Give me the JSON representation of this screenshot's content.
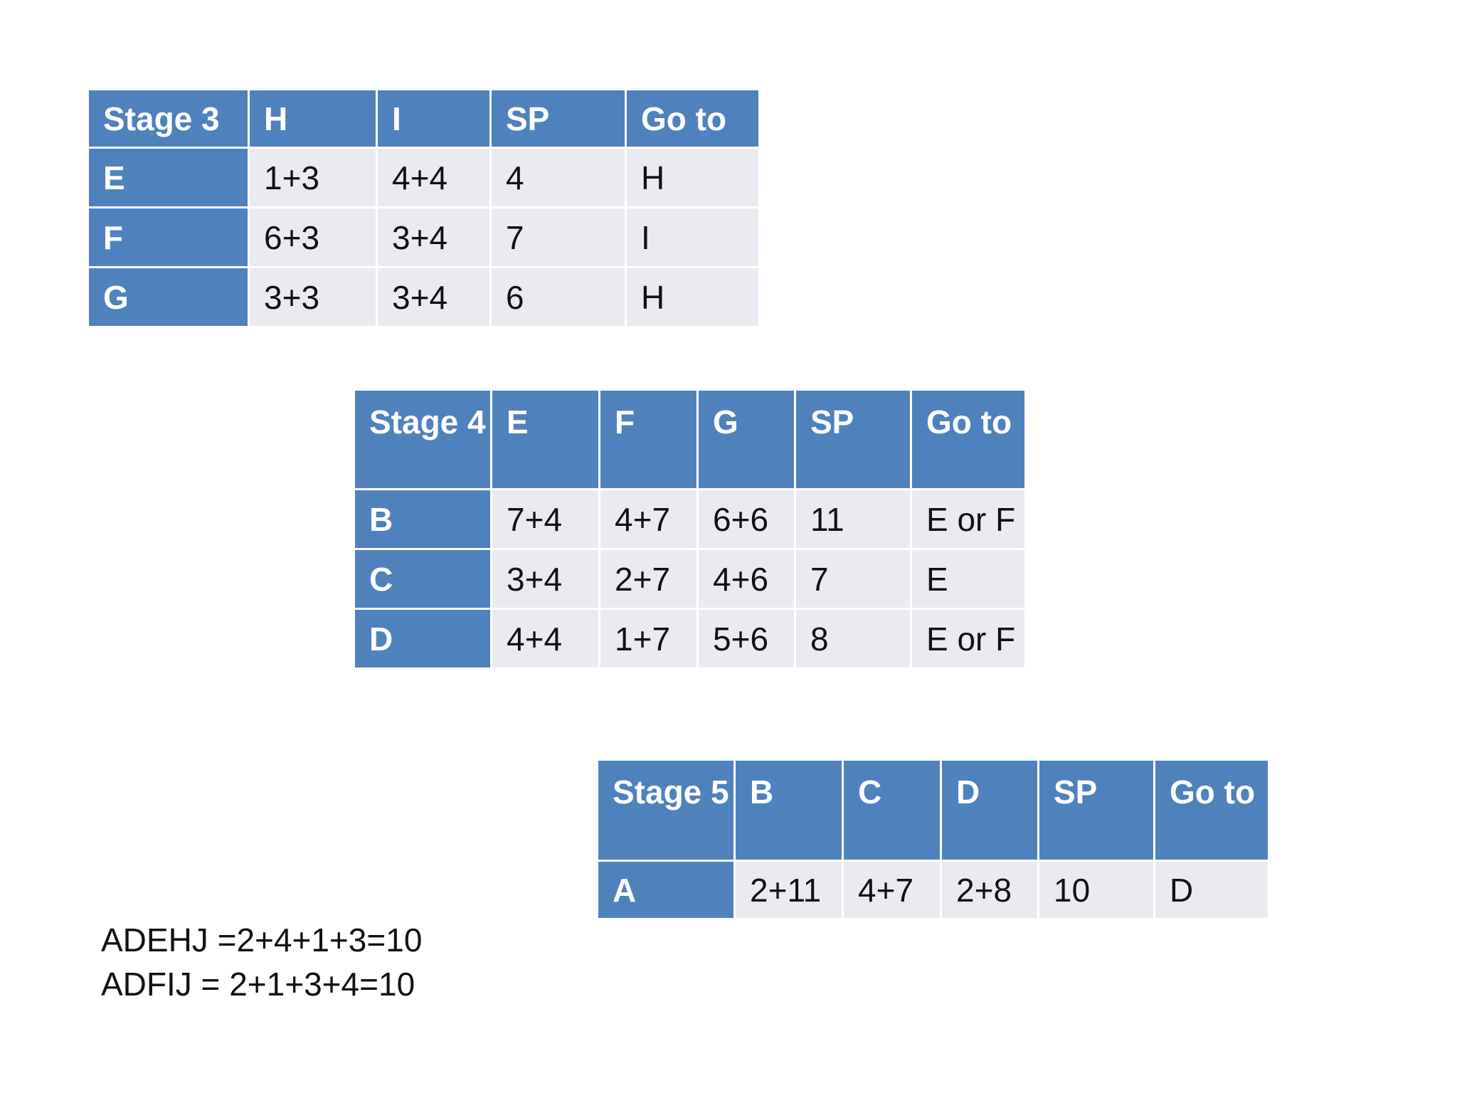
{
  "stage3": {
    "headers": [
      "Stage 3",
      "H",
      "I",
      "SP",
      "Go to"
    ],
    "rows": [
      [
        "E",
        "1+3",
        "4+4",
        "4",
        "H"
      ],
      [
        "F",
        "6+3",
        "3+4",
        "7",
        "I"
      ],
      [
        "G",
        "3+3",
        "3+4",
        "6",
        "H"
      ]
    ]
  },
  "stage4": {
    "headers": [
      "Stage 4",
      "E",
      "F",
      "G",
      "SP",
      "Go to"
    ],
    "rows": [
      [
        "B",
        "7+4",
        "4+7",
        "6+6",
        "11",
        "E or F"
      ],
      [
        "C",
        "3+4",
        "2+7",
        "4+6",
        "7",
        "E"
      ],
      [
        "D",
        "4+4",
        "1+7",
        "5+6",
        "8",
        "E or F"
      ]
    ]
  },
  "stage5": {
    "headers": [
      "Stage 5",
      "B",
      "C",
      "D",
      "SP",
      "Go to"
    ],
    "rows": [
      [
        "A",
        "2+11",
        "4+7",
        "2+8",
        "10",
        "D"
      ]
    ]
  },
  "summary": {
    "line1": "ADEHJ =2+4+1+3=10",
    "line2": "ADFIJ = 2+1+3+4=10"
  }
}
